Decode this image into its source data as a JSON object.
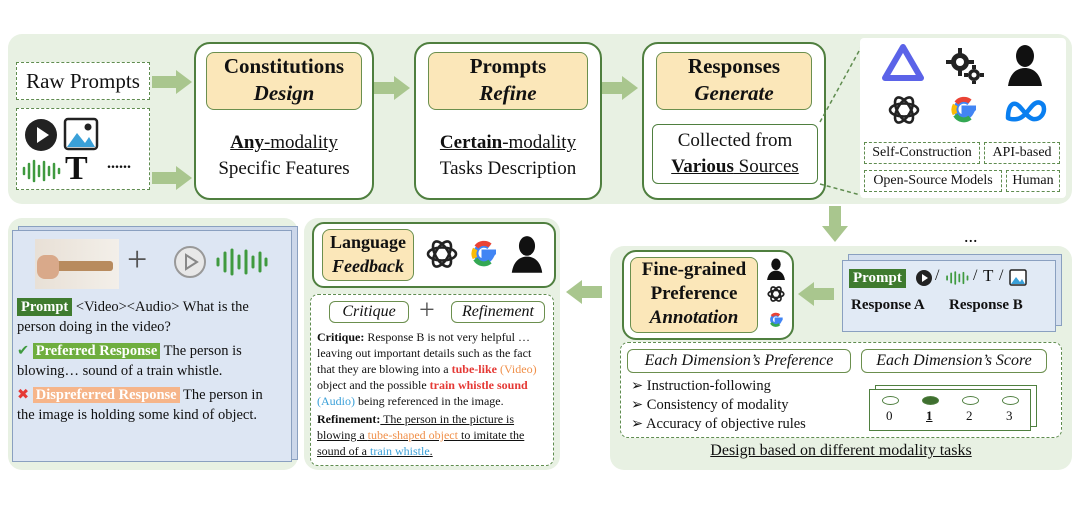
{
  "inputs": {
    "raw_prompts": "Raw Prompts",
    "ellipsis": "......",
    "text_glyph": "T"
  },
  "stages": {
    "constitutions": {
      "line1": "Constitutions",
      "line2": "Design",
      "body_bold": "Any",
      "body_rest": "-modality",
      "body2": "Specific Features"
    },
    "prompts": {
      "line1": "Prompts",
      "line2": "Refine",
      "body_bold": "Certain",
      "body_rest": "-modality",
      "body2": "Tasks Description"
    },
    "responses": {
      "line1": "Responses",
      "line2": "Generate",
      "body1": "Collected from",
      "body2_bold": "Various",
      "body2_rest": " Sources"
    }
  },
  "sources": {
    "chips": [
      "Self-Construction",
      "API-based",
      "Open-Source Models",
      "Human"
    ],
    "icons": [
      "qwen-icon",
      "gear-icon",
      "person-icon",
      "openai-icon",
      "google-icon",
      "meta-icon"
    ],
    "more": "..."
  },
  "annotation": {
    "title1": "Fine-grained",
    "title2": "Preference",
    "title3": "Annotation",
    "prompt_label": "Prompt",
    "modality_sep": "/",
    "response_a": "Response A",
    "response_b": "Response B",
    "dim_pref": "Each Dimension’s Preference",
    "dim_score": "Each Dimension’s Score",
    "criteria": [
      "Instruction-following",
      "Consistency of modality",
      "Accuracy of objective rules"
    ],
    "scores": [
      "0",
      "1",
      "2",
      "3"
    ],
    "selected_score": "1",
    "footer": "Design based on different modality tasks"
  },
  "feedback": {
    "title1": "Language",
    "title2": "Feedback",
    "critique_label": "Critique",
    "refinement_label": "Refinement",
    "plus": "+",
    "critique_head": "Critique:",
    "critique_p1": " Response B is not very helpful … leaving out important details such as the fact that they are blowing into a ",
    "critique_red1": "tube-like",
    "critique_orange1": " (Video)",
    "critique_p2": " object and the possible ",
    "critique_red2": "train whistle sound",
    "critique_blue1": " (Audio)",
    "critique_p3": " being referenced in the image.",
    "refine_head": "Refinement:",
    "refine_p1": " The person in the picture is blowing a ",
    "refine_orange": "tube-shaped object",
    "refine_p2": " to imitate the sound of a ",
    "refine_blue": "train whistle",
    "refine_p3": "."
  },
  "example": {
    "plus": "+",
    "prompt_label": "Prompt",
    "prompt_text": " <Video><Audio> What is the person doing in the video?",
    "preferred_label": "Preferred Response",
    "preferred_text": " The person is blowing… sound of a train whistle.",
    "dispreferred_label": "Dispreferred Response",
    "dispreferred_text": " The person in the image is holding some kind of object.",
    "check": "✔",
    "cross": "✖"
  },
  "colors": {
    "panel": "#e8f1e3",
    "stage_border": "#4f7f3f",
    "stage_header": "#fbe7b9",
    "arrow": "#a9c68e",
    "red": "#e53935",
    "orange": "#f0904a",
    "blue": "#3aa0d8"
  }
}
